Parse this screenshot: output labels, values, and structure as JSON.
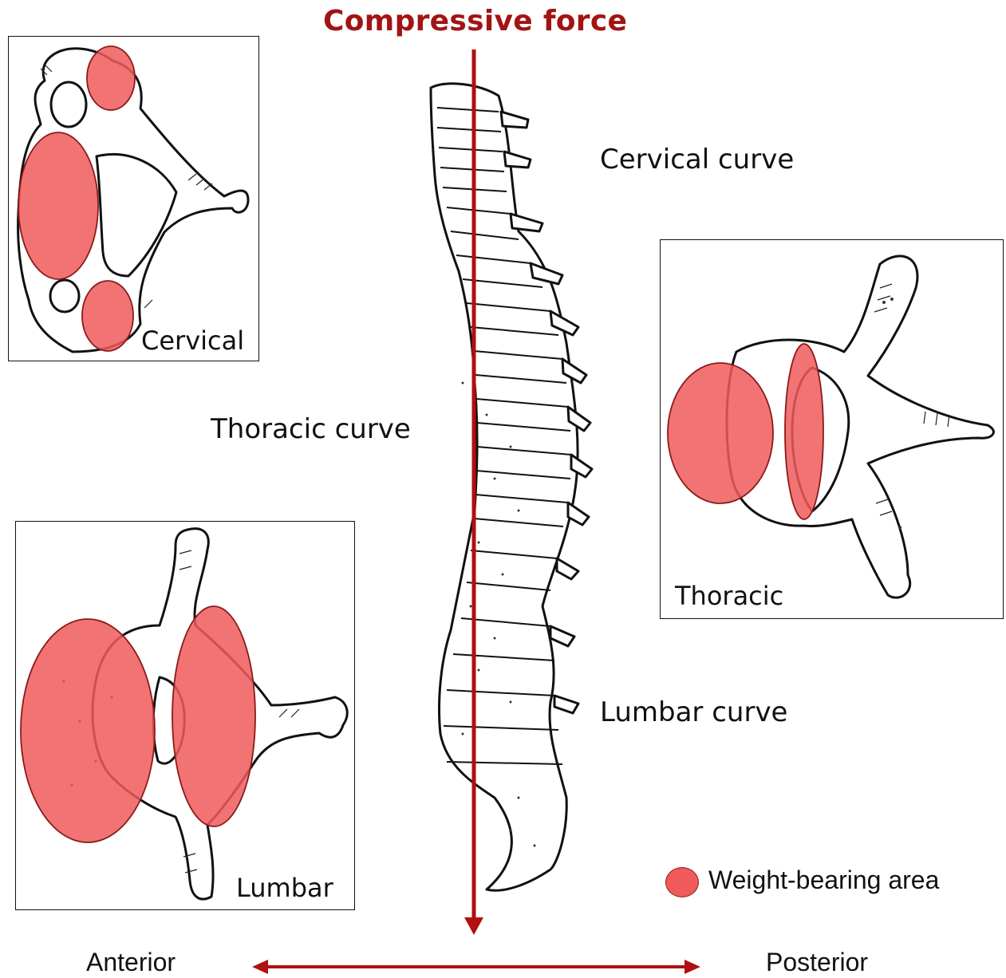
{
  "title": "Compressive force",
  "curves": {
    "cervical": "Cervical curve",
    "thoracic": "Thoracic curve",
    "lumbar": "Lumbar curve"
  },
  "panels": {
    "cervical": "Cervical",
    "thoracic": "Thoracic",
    "lumbar": "Lumbar"
  },
  "legend": {
    "label": "Weight-bearing area",
    "color": "#f05a5a"
  },
  "axis": {
    "anterior": "Anterior",
    "posterior": "Posterior"
  },
  "colors": {
    "force_arrow": "#b01010",
    "title": "#a21414"
  }
}
